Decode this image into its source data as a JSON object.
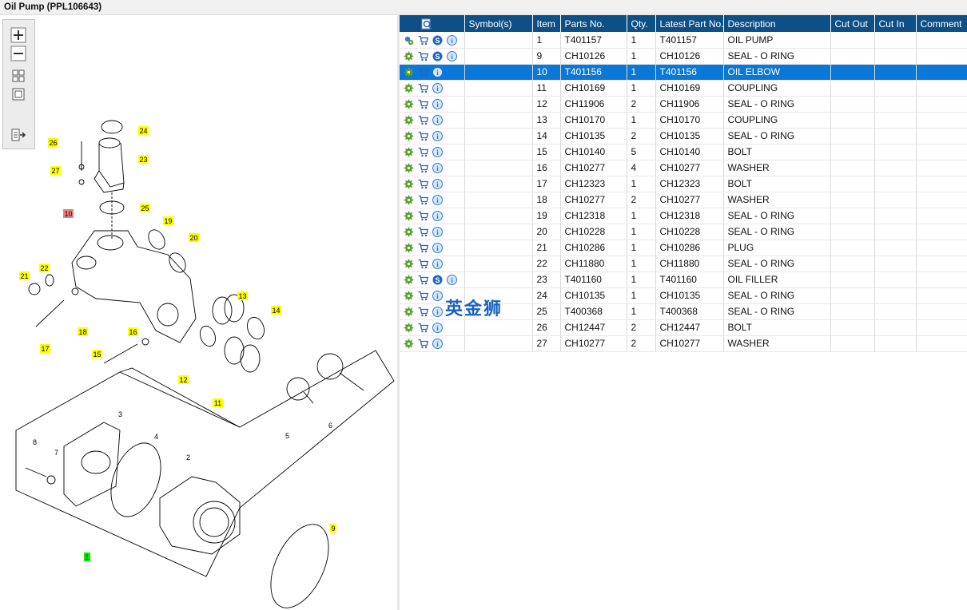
{
  "title": "Oil Pump (PPL106643)",
  "toolbar": {
    "buttons": [
      "zoom-in-icon",
      "zoom-out-icon",
      "fit-page-icon",
      "actual-size-icon",
      "show-parts-list-icon"
    ]
  },
  "callouts": [
    {
      "label": "24",
      "color": "#ffff00"
    },
    {
      "label": "23",
      "color": "#ffff00"
    },
    {
      "label": "26",
      "color": "#ffff00"
    },
    {
      "label": "27",
      "color": "#ffff00"
    },
    {
      "label": "25",
      "color": "#ffff00"
    },
    {
      "label": "10",
      "color": "#f08080"
    },
    {
      "label": "19",
      "color": "#ffff00"
    },
    {
      "label": "20",
      "color": "#ffff00"
    },
    {
      "label": "21",
      "color": "#ffff00"
    },
    {
      "label": "22",
      "color": "#ffff00"
    },
    {
      "label": "13",
      "color": "#ffff00"
    },
    {
      "label": "14",
      "color": "#ffff00"
    },
    {
      "label": "17",
      "color": "#ffff00"
    },
    {
      "label": "18",
      "color": "#ffff00"
    },
    {
      "label": "16",
      "color": "#ffff00"
    },
    {
      "label": "15",
      "color": "#ffff00"
    },
    {
      "label": "12",
      "color": "#ffff00"
    },
    {
      "label": "11",
      "color": "#ffff00"
    },
    {
      "label": "1",
      "color": "#00ee00"
    },
    {
      "label": "9",
      "color": "#ffff00"
    }
  ],
  "plain_labels": [
    "3",
    "4",
    "2",
    "5",
    "6",
    "7",
    "8"
  ],
  "table": {
    "columns": [
      "",
      "Symbol(s)",
      "Item",
      "Parts No.",
      "Qty.",
      "Latest Part No.",
      "Description",
      "Cut Out",
      "Cut In",
      "Comment"
    ],
    "rows": [
      {
        "item": "1",
        "part": "T401157",
        "qty": "1",
        "latest": "T401157",
        "desc": "OIL PUMP",
        "s": true,
        "assembly": true
      },
      {
        "item": "9",
        "part": "CH10126",
        "qty": "1",
        "latest": "CH10126",
        "desc": "SEAL - O RING",
        "s": true
      },
      {
        "item": "10",
        "part": "T401156",
        "qty": "1",
        "latest": "T401156",
        "desc": "OIL ELBOW",
        "s": false,
        "selected": true
      },
      {
        "item": "11",
        "part": "CH10169",
        "qty": "1",
        "latest": "CH10169",
        "desc": "COUPLING",
        "s": false
      },
      {
        "item": "12",
        "part": "CH11906",
        "qty": "2",
        "latest": "CH11906",
        "desc": "SEAL - O RING",
        "s": false
      },
      {
        "item": "13",
        "part": "CH10170",
        "qty": "1",
        "latest": "CH10170",
        "desc": "COUPLING",
        "s": false
      },
      {
        "item": "14",
        "part": "CH10135",
        "qty": "2",
        "latest": "CH10135",
        "desc": "SEAL - O RING",
        "s": false
      },
      {
        "item": "15",
        "part": "CH10140",
        "qty": "5",
        "latest": "CH10140",
        "desc": "BOLT",
        "s": false
      },
      {
        "item": "16",
        "part": "CH10277",
        "qty": "4",
        "latest": "CH10277",
        "desc": "WASHER",
        "s": false
      },
      {
        "item": "17",
        "part": "CH12323",
        "qty": "1",
        "latest": "CH12323",
        "desc": "BOLT",
        "s": false
      },
      {
        "item": "18",
        "part": "CH10277",
        "qty": "2",
        "latest": "CH10277",
        "desc": "WASHER",
        "s": false
      },
      {
        "item": "19",
        "part": "CH12318",
        "qty": "1",
        "latest": "CH12318",
        "desc": "SEAL - O RING",
        "s": false
      },
      {
        "item": "20",
        "part": "CH10228",
        "qty": "1",
        "latest": "CH10228",
        "desc": "SEAL - O RING",
        "s": false
      },
      {
        "item": "21",
        "part": "CH10286",
        "qty": "1",
        "latest": "CH10286",
        "desc": "PLUG",
        "s": false
      },
      {
        "item": "22",
        "part": "CH11880",
        "qty": "1",
        "latest": "CH11880",
        "desc": "SEAL - O RING",
        "s": false
      },
      {
        "item": "23",
        "part": "T401160",
        "qty": "1",
        "latest": "T401160",
        "desc": "OIL FILLER",
        "s": true
      },
      {
        "item": "24",
        "part": "CH10135",
        "qty": "1",
        "latest": "CH10135",
        "desc": "SEAL - O RING",
        "s": false
      },
      {
        "item": "25",
        "part": "T400368",
        "qty": "1",
        "latest": "T400368",
        "desc": "SEAL - O RING",
        "s": false
      },
      {
        "item": "26",
        "part": "CH12447",
        "qty": "2",
        "latest": "CH12447",
        "desc": "BOLT",
        "s": false
      },
      {
        "item": "27",
        "part": "CH10277",
        "qty": "2",
        "latest": "CH10277",
        "desc": "WASHER",
        "s": false
      }
    ]
  },
  "watermark": "英金狮",
  "colors": {
    "header": "#0e4f86",
    "selected_row": "#0b78d7",
    "gear": "#5aa02c",
    "cart": "#2a62b8",
    "info": "#2a7bd6"
  }
}
